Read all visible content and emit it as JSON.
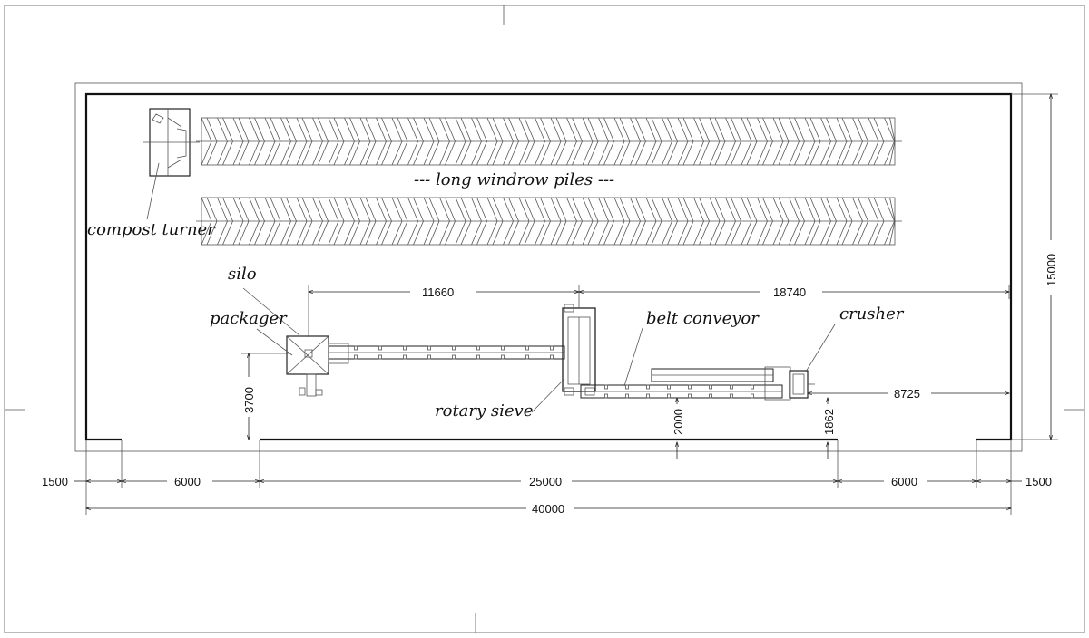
{
  "labels": {
    "windrow": "--- long windrow piles ---",
    "compost_turner": "compost turner",
    "silo": "silo",
    "packager": "packager",
    "belt_conveyor": "belt conveyor",
    "crusher": "crusher",
    "rotary_sieve": "rotary sieve"
  },
  "dimensions": {
    "d11660": "11660",
    "d18740": "18740",
    "d15000": "15000",
    "d3700": "3700",
    "d2000": "2000",
    "d1862": "1862",
    "d8725": "8725",
    "d1500_left": "1500",
    "d6000_left": "6000",
    "d25000": "25000",
    "d6000_right": "6000",
    "d1500_right": "1500",
    "d40000": "40000"
  }
}
